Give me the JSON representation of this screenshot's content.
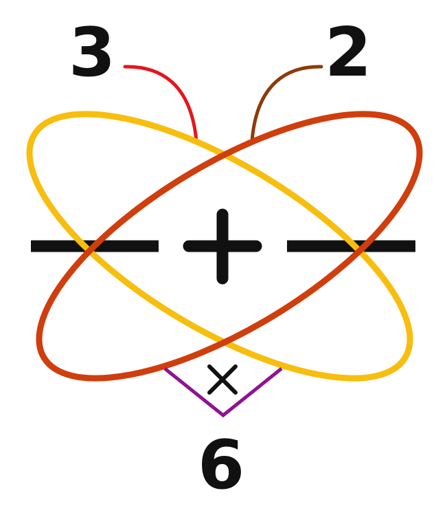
{
  "numbers": {
    "top_left": "3",
    "top_right": "2",
    "bottom": "6"
  },
  "operators": {
    "center": "plus",
    "bottom": "times"
  },
  "blanks": [
    "left-blank",
    "right-blank"
  ],
  "colors": {
    "yellow_ellipse": "#F7BE0E",
    "orange_ellipse": "#CF3E0C",
    "red_connector": "#E3161D",
    "brown_connector": "#8D3A0A",
    "purple_bracket": "#8E1391",
    "ink": "#111111"
  }
}
